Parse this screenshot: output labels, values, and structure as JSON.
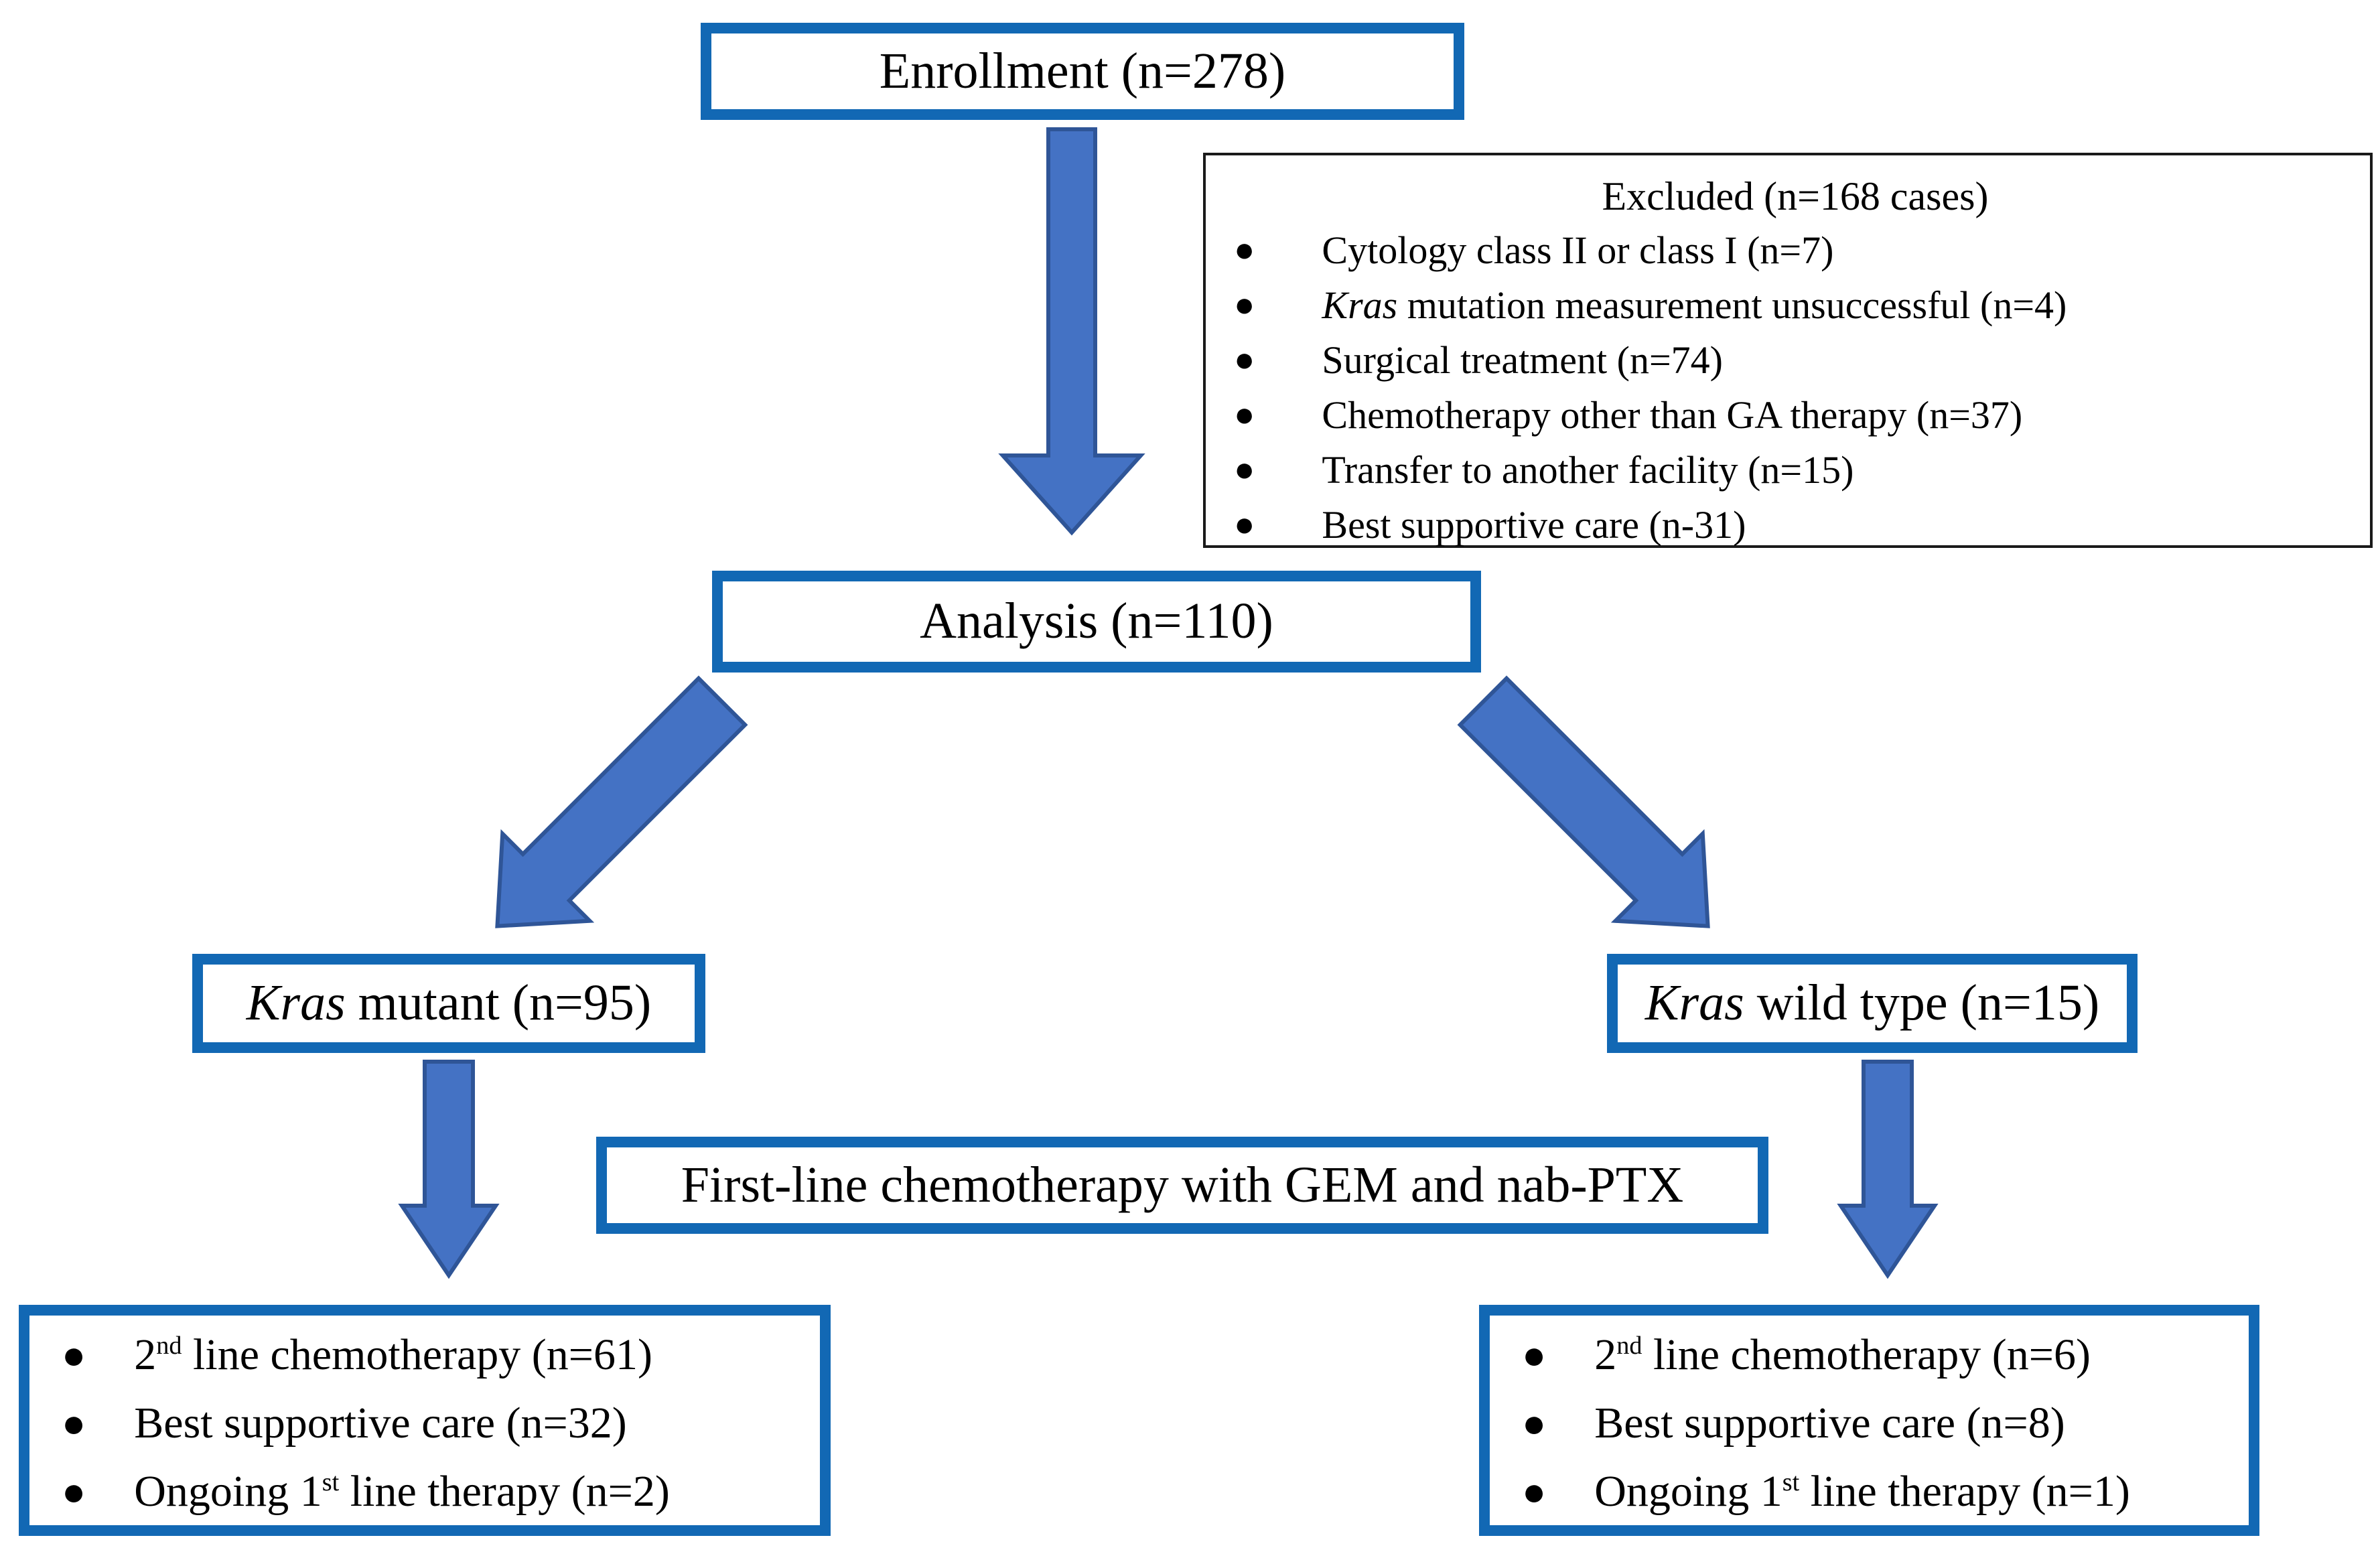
{
  "colors": {
    "box_border": "#1268B4",
    "excluded_border": "#1A1A1A",
    "arrow_fill": "#4472C4",
    "arrow_stroke": "#2F5597",
    "text": "#000000",
    "background": "#FFFFFF"
  },
  "bullet": "●",
  "nodes": {
    "enrollment": {
      "label": [
        {
          "t": "Enrollment (n=278)"
        }
      ]
    },
    "excluded": {
      "title": "Excluded (n=168 cases)",
      "items": [
        [
          {
            "t": "Cytology class II or class I (n=7)"
          }
        ],
        [
          {
            "t": "Kras",
            "i": true
          },
          {
            "t": " mutation measurement unsuccessful (n=4)"
          }
        ],
        [
          {
            "t": "Surgical treatment (n=74)"
          }
        ],
        [
          {
            "t": "Chemotherapy other than GA therapy (n=37)"
          }
        ],
        [
          {
            "t": "Transfer to another facility (n=15)"
          }
        ],
        [
          {
            "t": "Best supportive care (n-31)"
          }
        ]
      ]
    },
    "analysis": {
      "label": [
        {
          "t": "Analysis (n=110)"
        }
      ]
    },
    "kras_mutant": {
      "label": [
        {
          "t": "Kras",
          "i": true
        },
        {
          "t": " mutant (n=95)"
        }
      ]
    },
    "kras_wild_type": {
      "label": [
        {
          "t": "Kras",
          "i": true
        },
        {
          "t": " wild type (n=15)"
        }
      ]
    },
    "first_line_therapy": {
      "label": [
        {
          "t": "First-line chemotherapy with GEM and nab-PTX"
        }
      ]
    },
    "outcomes_mutant": {
      "items": [
        [
          {
            "t": "2"
          },
          {
            "t": "nd",
            "sup": true
          },
          {
            "t": " line chemotherapy (n=61)"
          }
        ],
        [
          {
            "t": "Best supportive care (n=32)"
          }
        ],
        [
          {
            "t": "Ongoing 1"
          },
          {
            "t": "st",
            "sup": true
          },
          {
            "t": " line therapy (n=2)"
          }
        ]
      ]
    },
    "outcomes_wild_type": {
      "items": [
        [
          {
            "t": "2"
          },
          {
            "t": "nd",
            "sup": true
          },
          {
            "t": " line chemotherapy (n=6)"
          }
        ],
        [
          {
            "t": "Best supportive care (n=8)"
          }
        ],
        [
          {
            "t": "Ongoing 1"
          },
          {
            "t": "st",
            "sup": true
          },
          {
            "t": " line therapy (n=1)"
          }
        ]
      ]
    }
  }
}
